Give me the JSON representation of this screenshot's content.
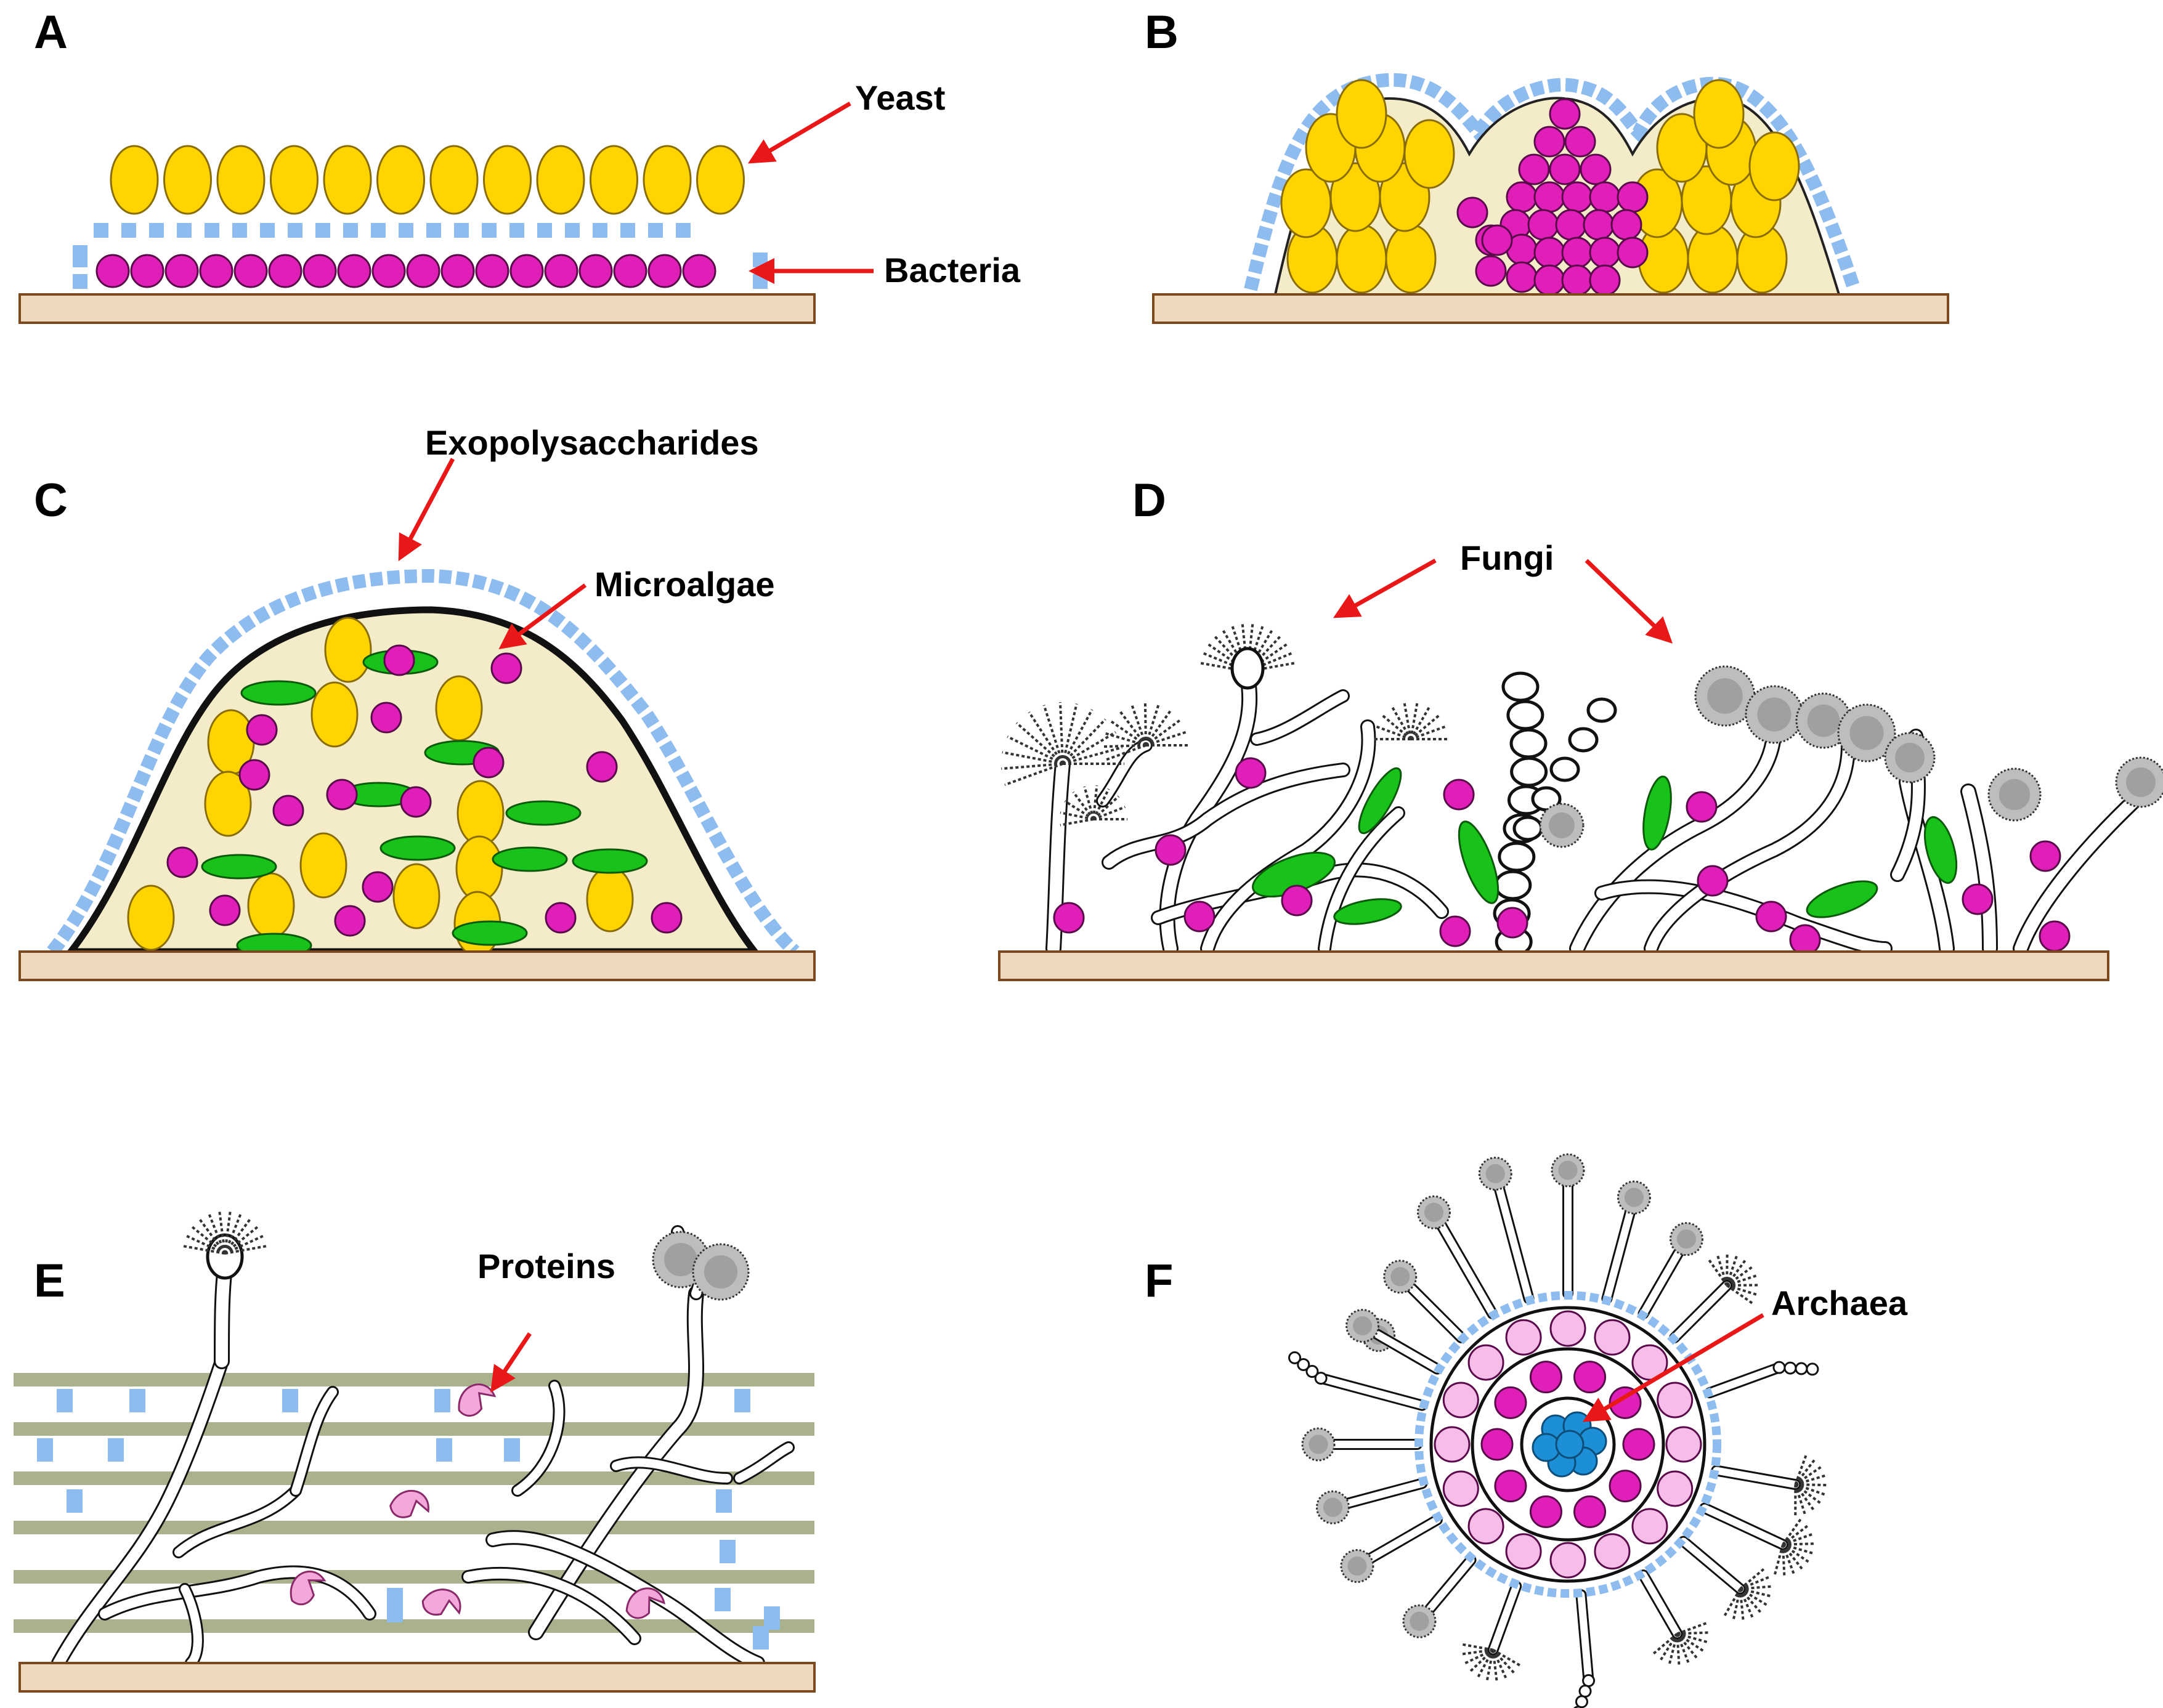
{
  "panels": {
    "A": {
      "letter": "A",
      "yeast_label": "Yeast",
      "bacteria_label": "Bacteria"
    },
    "B": {
      "letter": "B"
    },
    "C": {
      "letter": "C",
      "eps_label": "Exopolysaccharides",
      "algae_label": "Microalgae"
    },
    "D": {
      "letter": "D",
      "fungi_label": "Fungi"
    },
    "E": {
      "letter": "E",
      "proteins_label": "Proteins"
    },
    "F": {
      "letter": "F",
      "archaea_label": "Archaea"
    }
  },
  "colors": {
    "substrate": "#efd9be",
    "substrate_edge": "#7a4a1e",
    "yeast": "#ffd400",
    "bacteria": "#e01fb8",
    "eps": "#8fbcef",
    "microalgae": "#18c21a",
    "matrix": "#f4ecc9",
    "arrow": "#e81818",
    "protein": "#f3a8da",
    "fiber": "#a9b28d",
    "archaea": "#1d8fd6",
    "pale_bacteria": "#f6bde8"
  }
}
